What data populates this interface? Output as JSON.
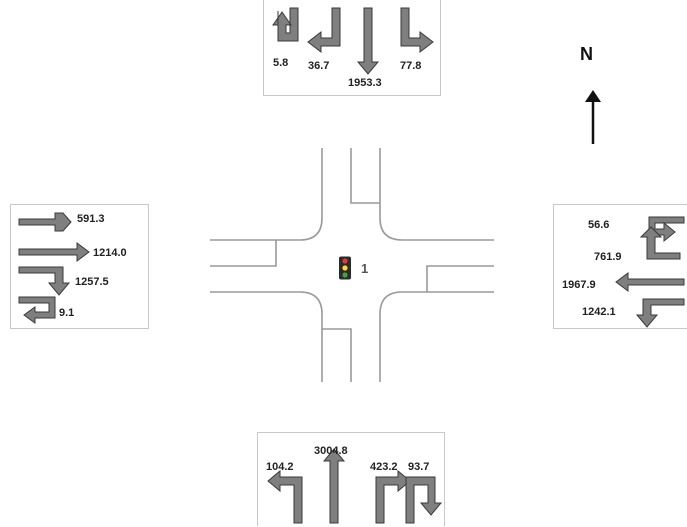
{
  "compass": {
    "label": "N"
  },
  "signal": {
    "id": "1"
  },
  "colors": {
    "arrow_fill": "#7f7f7f",
    "arrow_stroke": "#3a3a3a",
    "road_line": "#9a9a9a",
    "signal_red": "#e53935",
    "signal_yellow": "#fdd835",
    "signal_green": "#43a047"
  },
  "approaches": {
    "north": {
      "movements": [
        {
          "type": "u-turn",
          "volume": "5.8"
        },
        {
          "type": "right",
          "volume": "36.7"
        },
        {
          "type": "through",
          "volume": "1953.3"
        },
        {
          "type": "left",
          "volume": "77.8"
        }
      ]
    },
    "west": {
      "movements": [
        {
          "type": "left",
          "volume": "591.3"
        },
        {
          "type": "through",
          "volume": "1214.0"
        },
        {
          "type": "right",
          "volume": "1257.5"
        },
        {
          "type": "u-turn",
          "volume": "9.1"
        }
      ]
    },
    "east": {
      "movements": [
        {
          "type": "u-turn",
          "volume": "56.6"
        },
        {
          "type": "right",
          "volume": "761.9"
        },
        {
          "type": "through",
          "volume": "1967.9"
        },
        {
          "type": "left",
          "volume": "1242.1"
        }
      ]
    },
    "south": {
      "movements": [
        {
          "type": "left",
          "volume": "104.2"
        },
        {
          "type": "through",
          "volume": "3004.8"
        },
        {
          "type": "right",
          "volume": "423.2"
        },
        {
          "type": "u-turn",
          "volume": "93.7"
        }
      ]
    }
  }
}
